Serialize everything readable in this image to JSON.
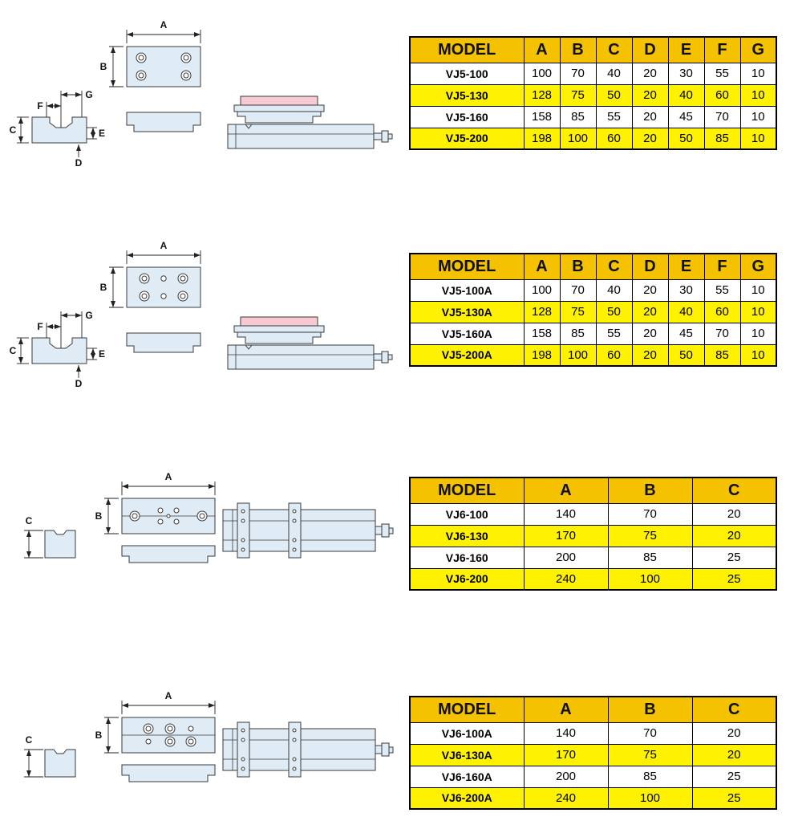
{
  "colors": {
    "header_bg": "#F4C200",
    "row_alt_bg": "#FFF200",
    "row_bg": "#FFFFFF",
    "border": "#000000",
    "drawing_fill": "#DFECF5",
    "drawing_accent": "#F7C9D3",
    "drawing_line": "#3A3A3A"
  },
  "sections": [
    {
      "dims": [
        "A",
        "B",
        "C",
        "D",
        "E",
        "F",
        "G"
      ],
      "table": {
        "headers": [
          "MODEL",
          "A",
          "B",
          "C",
          "D",
          "E",
          "F",
          "G"
        ],
        "rows": [
          [
            "VJ5-100",
            "100",
            "70",
            "40",
            "20",
            "30",
            "55",
            "10"
          ],
          [
            "VJ5-130",
            "128",
            "75",
            "50",
            "20",
            "40",
            "60",
            "10"
          ],
          [
            "VJ5-160",
            "158",
            "85",
            "55",
            "20",
            "45",
            "70",
            "10"
          ],
          [
            "VJ5-200",
            "198",
            "100",
            "60",
            "20",
            "50",
            "85",
            "10"
          ]
        ]
      }
    },
    {
      "dims": [
        "A",
        "B",
        "C",
        "D",
        "E",
        "F",
        "G"
      ],
      "table": {
        "headers": [
          "MODEL",
          "A",
          "B",
          "C",
          "D",
          "E",
          "F",
          "G"
        ],
        "rows": [
          [
            "VJ5-100A",
            "100",
            "70",
            "40",
            "20",
            "30",
            "55",
            "10"
          ],
          [
            "VJ5-130A",
            "128",
            "75",
            "50",
            "20",
            "40",
            "60",
            "10"
          ],
          [
            "VJ5-160A",
            "158",
            "85",
            "55",
            "20",
            "45",
            "70",
            "10"
          ],
          [
            "VJ5-200A",
            "198",
            "100",
            "60",
            "20",
            "50",
            "85",
            "10"
          ]
        ]
      }
    },
    {
      "dims": [
        "A",
        "B",
        "C"
      ],
      "table": {
        "headers": [
          "MODEL",
          "A",
          "B",
          "C"
        ],
        "rows": [
          [
            "VJ6-100",
            "140",
            "70",
            "20"
          ],
          [
            "VJ6-130",
            "170",
            "75",
            "20"
          ],
          [
            "VJ6-160",
            "200",
            "85",
            "25"
          ],
          [
            "VJ6-200",
            "240",
            "100",
            "25"
          ]
        ]
      }
    },
    {
      "dims": [
        "A",
        "B",
        "C"
      ],
      "table": {
        "headers": [
          "MODEL",
          "A",
          "B",
          "C"
        ],
        "rows": [
          [
            "VJ6-100A",
            "140",
            "70",
            "20"
          ],
          [
            "VJ6-130A",
            "170",
            "75",
            "20"
          ],
          [
            "VJ6-160A",
            "200",
            "85",
            "25"
          ],
          [
            "VJ6-200A",
            "240",
            "100",
            "25"
          ]
        ]
      }
    }
  ]
}
